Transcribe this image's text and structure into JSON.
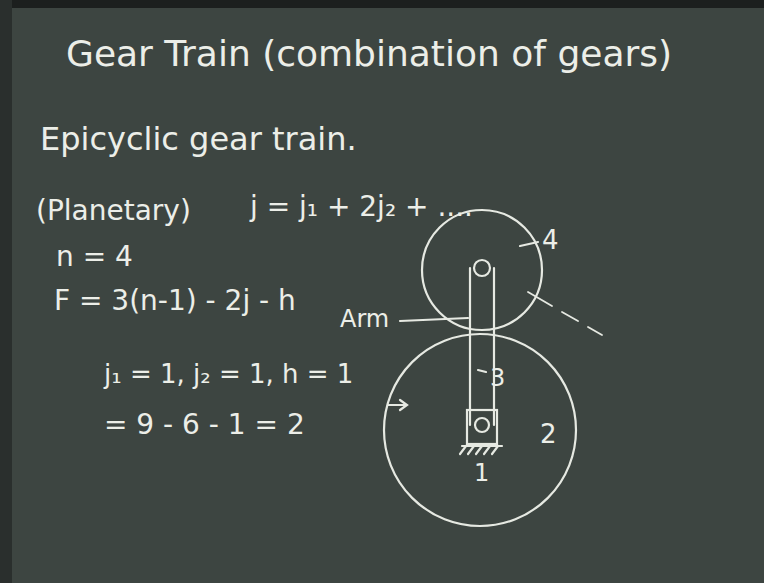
{
  "diagram": {
    "title": "Gear Train (combination of gears)",
    "labels": [
      "Epicyclic gear train.",
      "(Planetary)",
      "j = j₁ + 2j₂ + ....",
      "n = 4",
      "F = 3(n-1) - 2j - h",
      "j₁ = 1, j₂ = 1, h = 1",
      "= 9 - 6 - 1 = 2",
      "4",
      "Arm",
      "3",
      "2",
      "1"
    ]
  }
}
